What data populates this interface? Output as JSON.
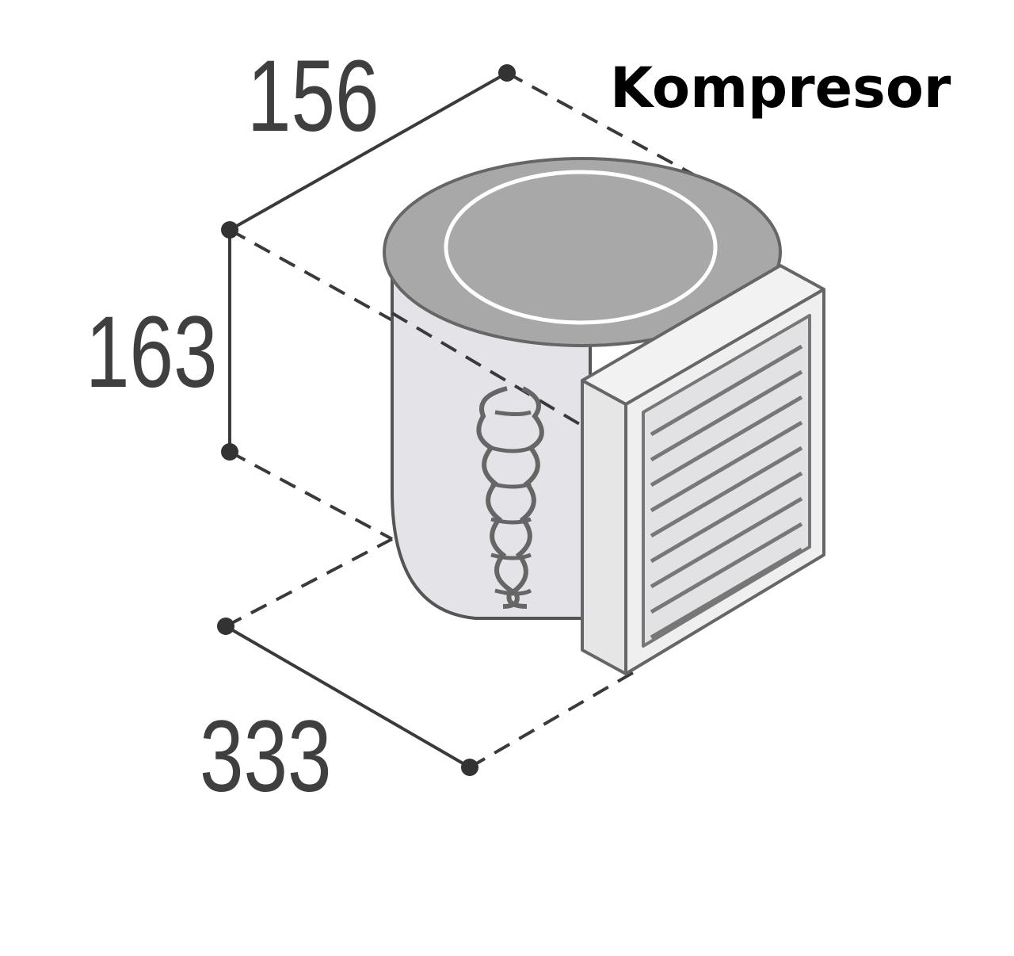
{
  "title": "Kompresor",
  "dimensions": {
    "depth": "156",
    "height": "163",
    "width": "333"
  },
  "colors": {
    "line": "#3a3a3a",
    "cylinder_top": "#a8a8a8",
    "cylinder_body": "#e4e4e8",
    "housing": "#ececec"
  }
}
